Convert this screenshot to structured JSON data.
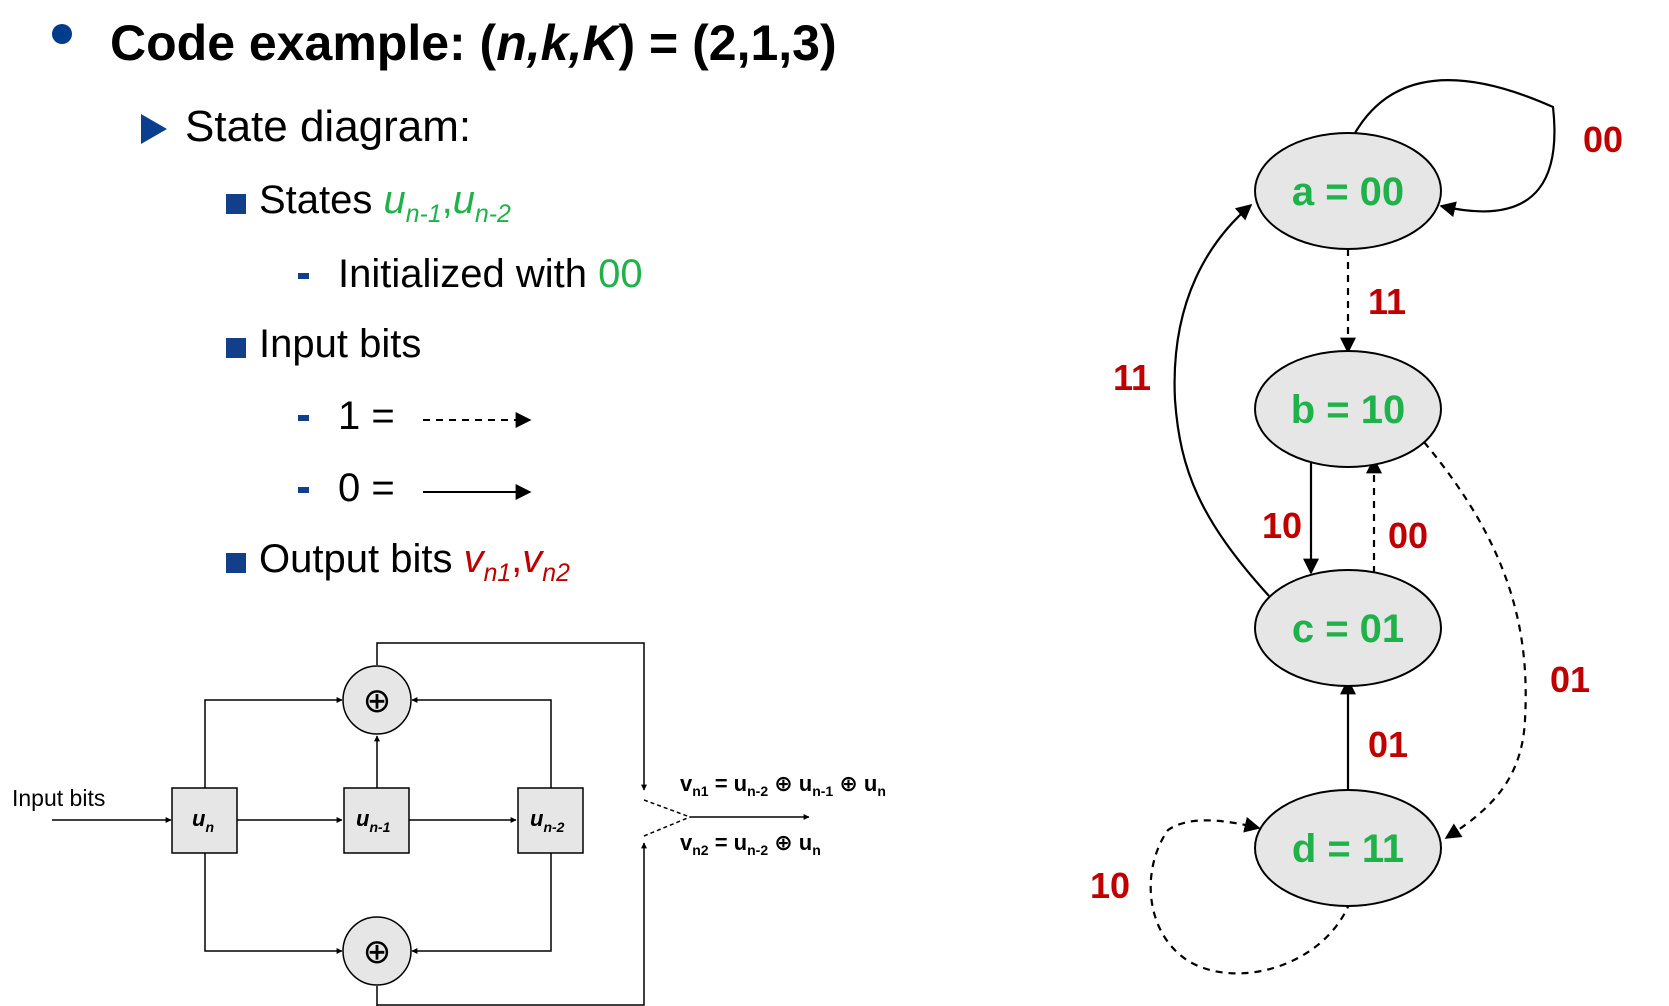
{
  "title": {
    "prefix": "Code example: (",
    "n": "n",
    "sep1": ",",
    "k": "k",
    "sep2": ",",
    "K": "K",
    "suffix": ") = (2,1,3)"
  },
  "level1": {
    "label": "State diagram:"
  },
  "states_item": {
    "label": "States ",
    "var1": "u",
    "sub1": "n-1",
    "comma": ",",
    "var2": "u",
    "sub2": "n-2"
  },
  "init_item": {
    "label": "Initialized with ",
    "value": "00"
  },
  "input_item": {
    "label": "Input bits"
  },
  "input_one": {
    "label": "1 ="
  },
  "input_zero": {
    "label": "0 ="
  },
  "output_item": {
    "label": "Output bits ",
    "var1": "v",
    "sub1": "n1",
    "comma": ",",
    "var2": "v",
    "sub2": "n2"
  },
  "circuit": {
    "input_label": "Input bits",
    "xor_symbol": "⊕",
    "reg1": {
      "var": "u",
      "sub": "n"
    },
    "reg2": {
      "var": "u",
      "sub": "n-1"
    },
    "reg3": {
      "var": "u",
      "sub": "n-2"
    },
    "eq1": {
      "v": "v",
      "vsub": "n1",
      "rhs1": " = u",
      "s1": "n-2",
      "rhs2": " ⊕ u",
      "s2": "n-1",
      "rhs3": " ⊕ u",
      "s3": "n"
    },
    "eq2": {
      "v": "v",
      "vsub": "n2",
      "rhs1": " = u",
      "s1": "n-2",
      "rhs2": " ⊕ u",
      "s2": "n"
    }
  },
  "state_diagram": {
    "states": [
      {
        "id": "a",
        "label": "a = 00"
      },
      {
        "id": "b",
        "label": "b = 10"
      },
      {
        "id": "c",
        "label": "c = 01"
      },
      {
        "id": "d",
        "label": "d = 11"
      }
    ],
    "edge_labels": {
      "a_self": "00",
      "a_to_b": "11",
      "c_to_a": "11",
      "b_to_c": "10",
      "c_to_b": "00",
      "b_to_d": "01",
      "d_to_c": "01",
      "d_self": "10"
    }
  },
  "colors": {
    "state_text": "#1fb24a",
    "edge_label": "#c00000",
    "bullet": "#123f8a",
    "node_fill": "#e6e6e6"
  }
}
